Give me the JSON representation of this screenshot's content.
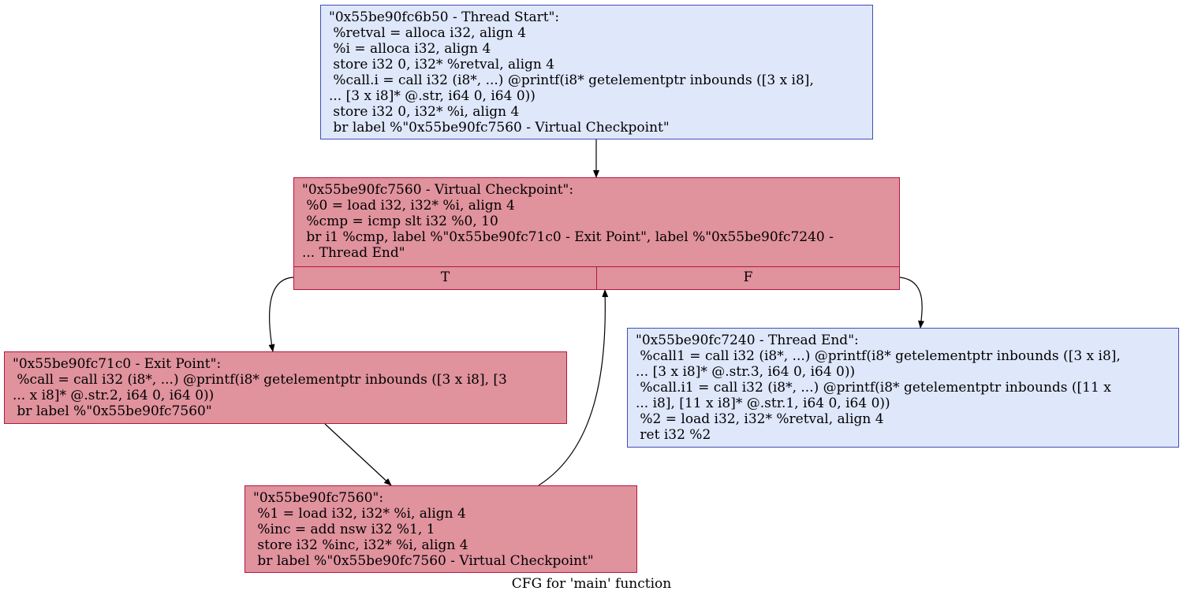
{
  "caption": "CFG for 'main' function",
  "nodes": {
    "thread_start": {
      "lines": [
        "\"0x55be90fc6b50 - Thread Start\":",
        " %retval = alloca i32, align 4",
        " %i = alloca i32, align 4",
        " store i32 0, i32* %retval, align 4",
        " %call.i = call i32 (i8*, ...) @printf(i8* getelementptr inbounds ([3 x i8],",
        "... [3 x i8]* @.str, i64 0, i64 0))",
        " store i32 0, i32* %i, align 4",
        " br label %\"0x55be90fc7560 - Virtual Checkpoint\""
      ]
    },
    "virtual_checkpoint": {
      "lines": [
        "\"0x55be90fc7560 - Virtual Checkpoint\":",
        " %0 = load i32, i32* %i, align 4",
        " %cmp = icmp slt i32 %0, 10",
        " br i1 %cmp, label %\"0x55be90fc71c0 - Exit Point\", label %\"0x55be90fc7240 -",
        "... Thread End\""
      ],
      "port_true": "T",
      "port_false": "F"
    },
    "exit_point": {
      "lines": [
        "\"0x55be90fc71c0 - Exit Point\":",
        " %call = call i32 (i8*, ...) @printf(i8* getelementptr inbounds ([3 x i8], [3",
        "... x i8]* @.str.2, i64 0, i64 0))",
        " br label %\"0x55be90fc7560\""
      ]
    },
    "loop_body": {
      "lines": [
        "\"0x55be90fc7560\":",
        " %1 = load i32, i32* %i, align 4",
        " %inc = add nsw i32 %1, 1",
        " store i32 %inc, i32* %i, align 4",
        " br label %\"0x55be90fc7560 - Virtual Checkpoint\""
      ]
    },
    "thread_end": {
      "lines": [
        "\"0x55be90fc7240 - Thread End\":",
        " %call1 = call i32 (i8*, ...) @printf(i8* getelementptr inbounds ([3 x i8],",
        "... [3 x i8]* @.str.3, i64 0, i64 0))",
        " %call.i1 = call i32 (i8*, ...) @printf(i8* getelementptr inbounds ([11 x",
        "... i8], [11 x i8]* @.str.1, i64 0, i64 0))",
        " %2 = load i32, i32* %retval, align 4",
        " ret i32 %2"
      ]
    }
  },
  "colors": {
    "blue_fill": "#dfe7fb",
    "blue_border": "#3f4fb8",
    "red_fill": "#e0929d",
    "red_border": "#b5163a"
  }
}
